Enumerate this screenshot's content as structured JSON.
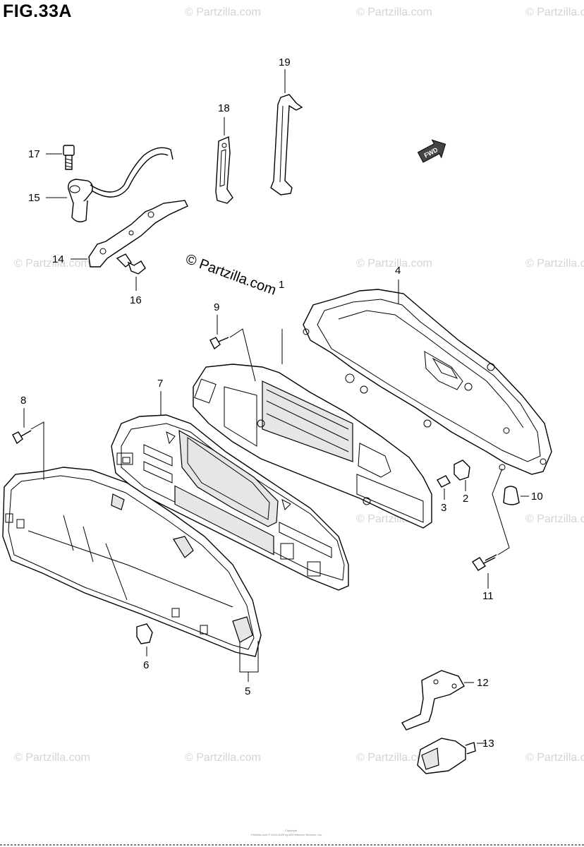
{
  "figure": {
    "title": "FIG.33A"
  },
  "watermark": {
    "main": "© Partzilla.com",
    "repeat": "© Partzilla.com"
  },
  "fwd_badge": "FWD",
  "parts": [
    {
      "num": "1"
    },
    {
      "num": "2"
    },
    {
      "num": "3"
    },
    {
      "num": "4"
    },
    {
      "num": "5"
    },
    {
      "num": "6"
    },
    {
      "num": "7"
    },
    {
      "num": "8"
    },
    {
      "num": "9"
    },
    {
      "num": "10"
    },
    {
      "num": "11"
    },
    {
      "num": "12"
    },
    {
      "num": "13"
    },
    {
      "num": "14"
    },
    {
      "num": "15"
    },
    {
      "num": "16"
    },
    {
      "num": "17"
    },
    {
      "num": "18"
    },
    {
      "num": "19"
    }
  ],
  "footer": {
    "copyright": "Copyright",
    "line": "Partzilla.com © 2004-2020 by ARI Network Services, Inc."
  }
}
